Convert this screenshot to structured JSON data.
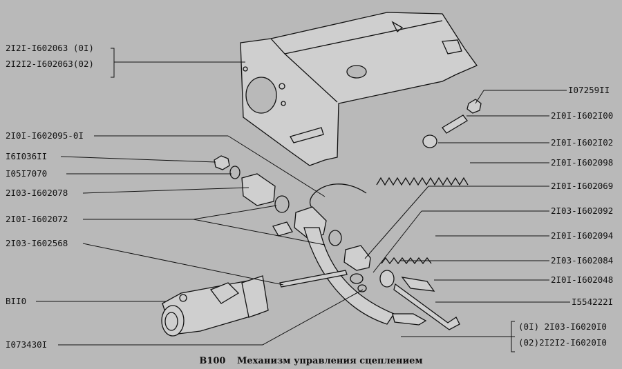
{
  "caption": {
    "code": "B100",
    "title": "Механизм управления сцеплением"
  },
  "labels_left": [
    {
      "id": "bracket-1",
      "text": "2I2I-I602063 (0I)"
    },
    {
      "id": "bracket-2",
      "text": "2I2I2-I602063(02)"
    },
    {
      "id": "spring-clip",
      "text": "2I0I-I602095-0I"
    },
    {
      "id": "nut",
      "text": "I6I036II"
    },
    {
      "id": "washer",
      "text": "I05I7070"
    },
    {
      "id": "bushing-1",
      "text": "2I03-I602078"
    },
    {
      "id": "bushing-2",
      "text": "2I0I-I602072"
    },
    {
      "id": "pin",
      "text": "2I03-I602568"
    },
    {
      "id": "master-cylinder",
      "text": "BII0"
    },
    {
      "id": "bolt",
      "text": "I073430I"
    }
  ],
  "labels_right": [
    {
      "id": "nut-top",
      "text": "I07259II"
    },
    {
      "id": "screw",
      "text": "2I0I-I602I00"
    },
    {
      "id": "cap",
      "text": "2I0I-I602I02"
    },
    {
      "id": "spring-top",
      "text": "2I0I-I602098"
    },
    {
      "id": "sleeve",
      "text": "2I0I-I602069"
    },
    {
      "id": "washer-r",
      "text": "2I03-I602092"
    },
    {
      "id": "spring-small",
      "text": "2I0I-I602094"
    },
    {
      "id": "washer-r2",
      "text": "2I03-I602084"
    },
    {
      "id": "pad",
      "text": "2I0I-I602048"
    },
    {
      "id": "bolt-long",
      "text": "I554222I"
    },
    {
      "id": "pedal-1",
      "text": "(0I) 2I03-I6020I0"
    },
    {
      "id": "pedal-2",
      "text": "(02)2I2I2-I6020I0"
    }
  ]
}
